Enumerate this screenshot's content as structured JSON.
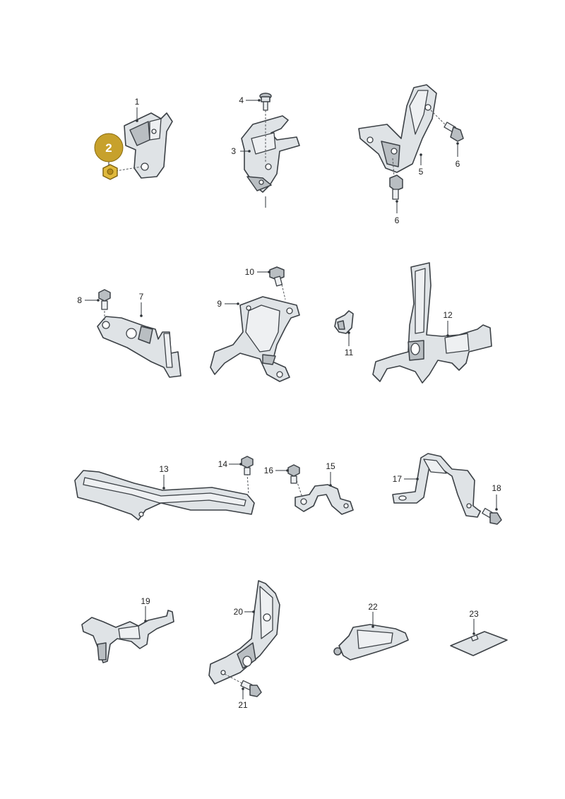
{
  "labels": {
    "p1": "1",
    "p2": "2",
    "p3": "3",
    "p4": "4",
    "p5": "5",
    "p6a": "6",
    "p6b": "6",
    "p7": "7",
    "p8": "8",
    "p9": "9",
    "p10": "10",
    "p11": "11",
    "p12": "12",
    "p13": "13",
    "p14": "14",
    "p15": "15",
    "p16": "16",
    "p17": "17",
    "p18": "18",
    "p19": "19",
    "p20": "20",
    "p21": "21",
    "p22": "22",
    "p23": "23"
  },
  "highlight": {
    "badge_color": "#c7a12c",
    "label": "2"
  }
}
